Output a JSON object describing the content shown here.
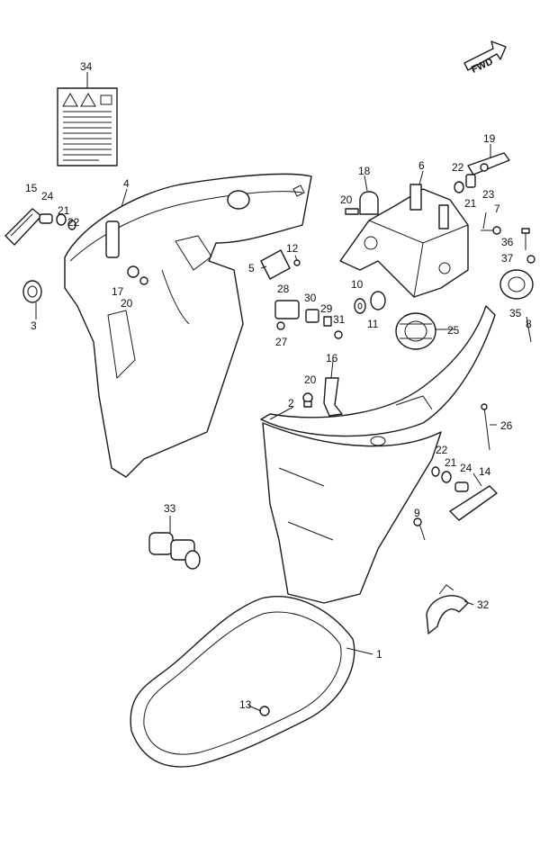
{
  "fwd_label": "FWD",
  "callouts": {
    "c1": "1",
    "c2": "2",
    "c3": "3",
    "c4": "4",
    "c5": "5",
    "c6": "6",
    "c7": "7",
    "c8": "8",
    "c9": "9",
    "c10": "10",
    "c11": "11",
    "c12": "12",
    "c13": "13",
    "c14": "14",
    "c15": "15",
    "c16": "16",
    "c17": "17",
    "c18": "18",
    "c19": "19",
    "c20a": "20",
    "c20b": "20",
    "c20c": "20",
    "c21a": "21",
    "c21b": "21",
    "c21c": "21",
    "c22a": "22",
    "c22b": "22",
    "c22c": "22",
    "c23": "23",
    "c24a": "24",
    "c24b": "24",
    "c25": "25",
    "c26": "26",
    "c27": "27",
    "c28": "28",
    "c29": "29",
    "c30": "30",
    "c31": "31",
    "c32": "32",
    "c33": "33",
    "c34": "34",
    "c35": "35",
    "c36": "36",
    "c37": "37"
  }
}
